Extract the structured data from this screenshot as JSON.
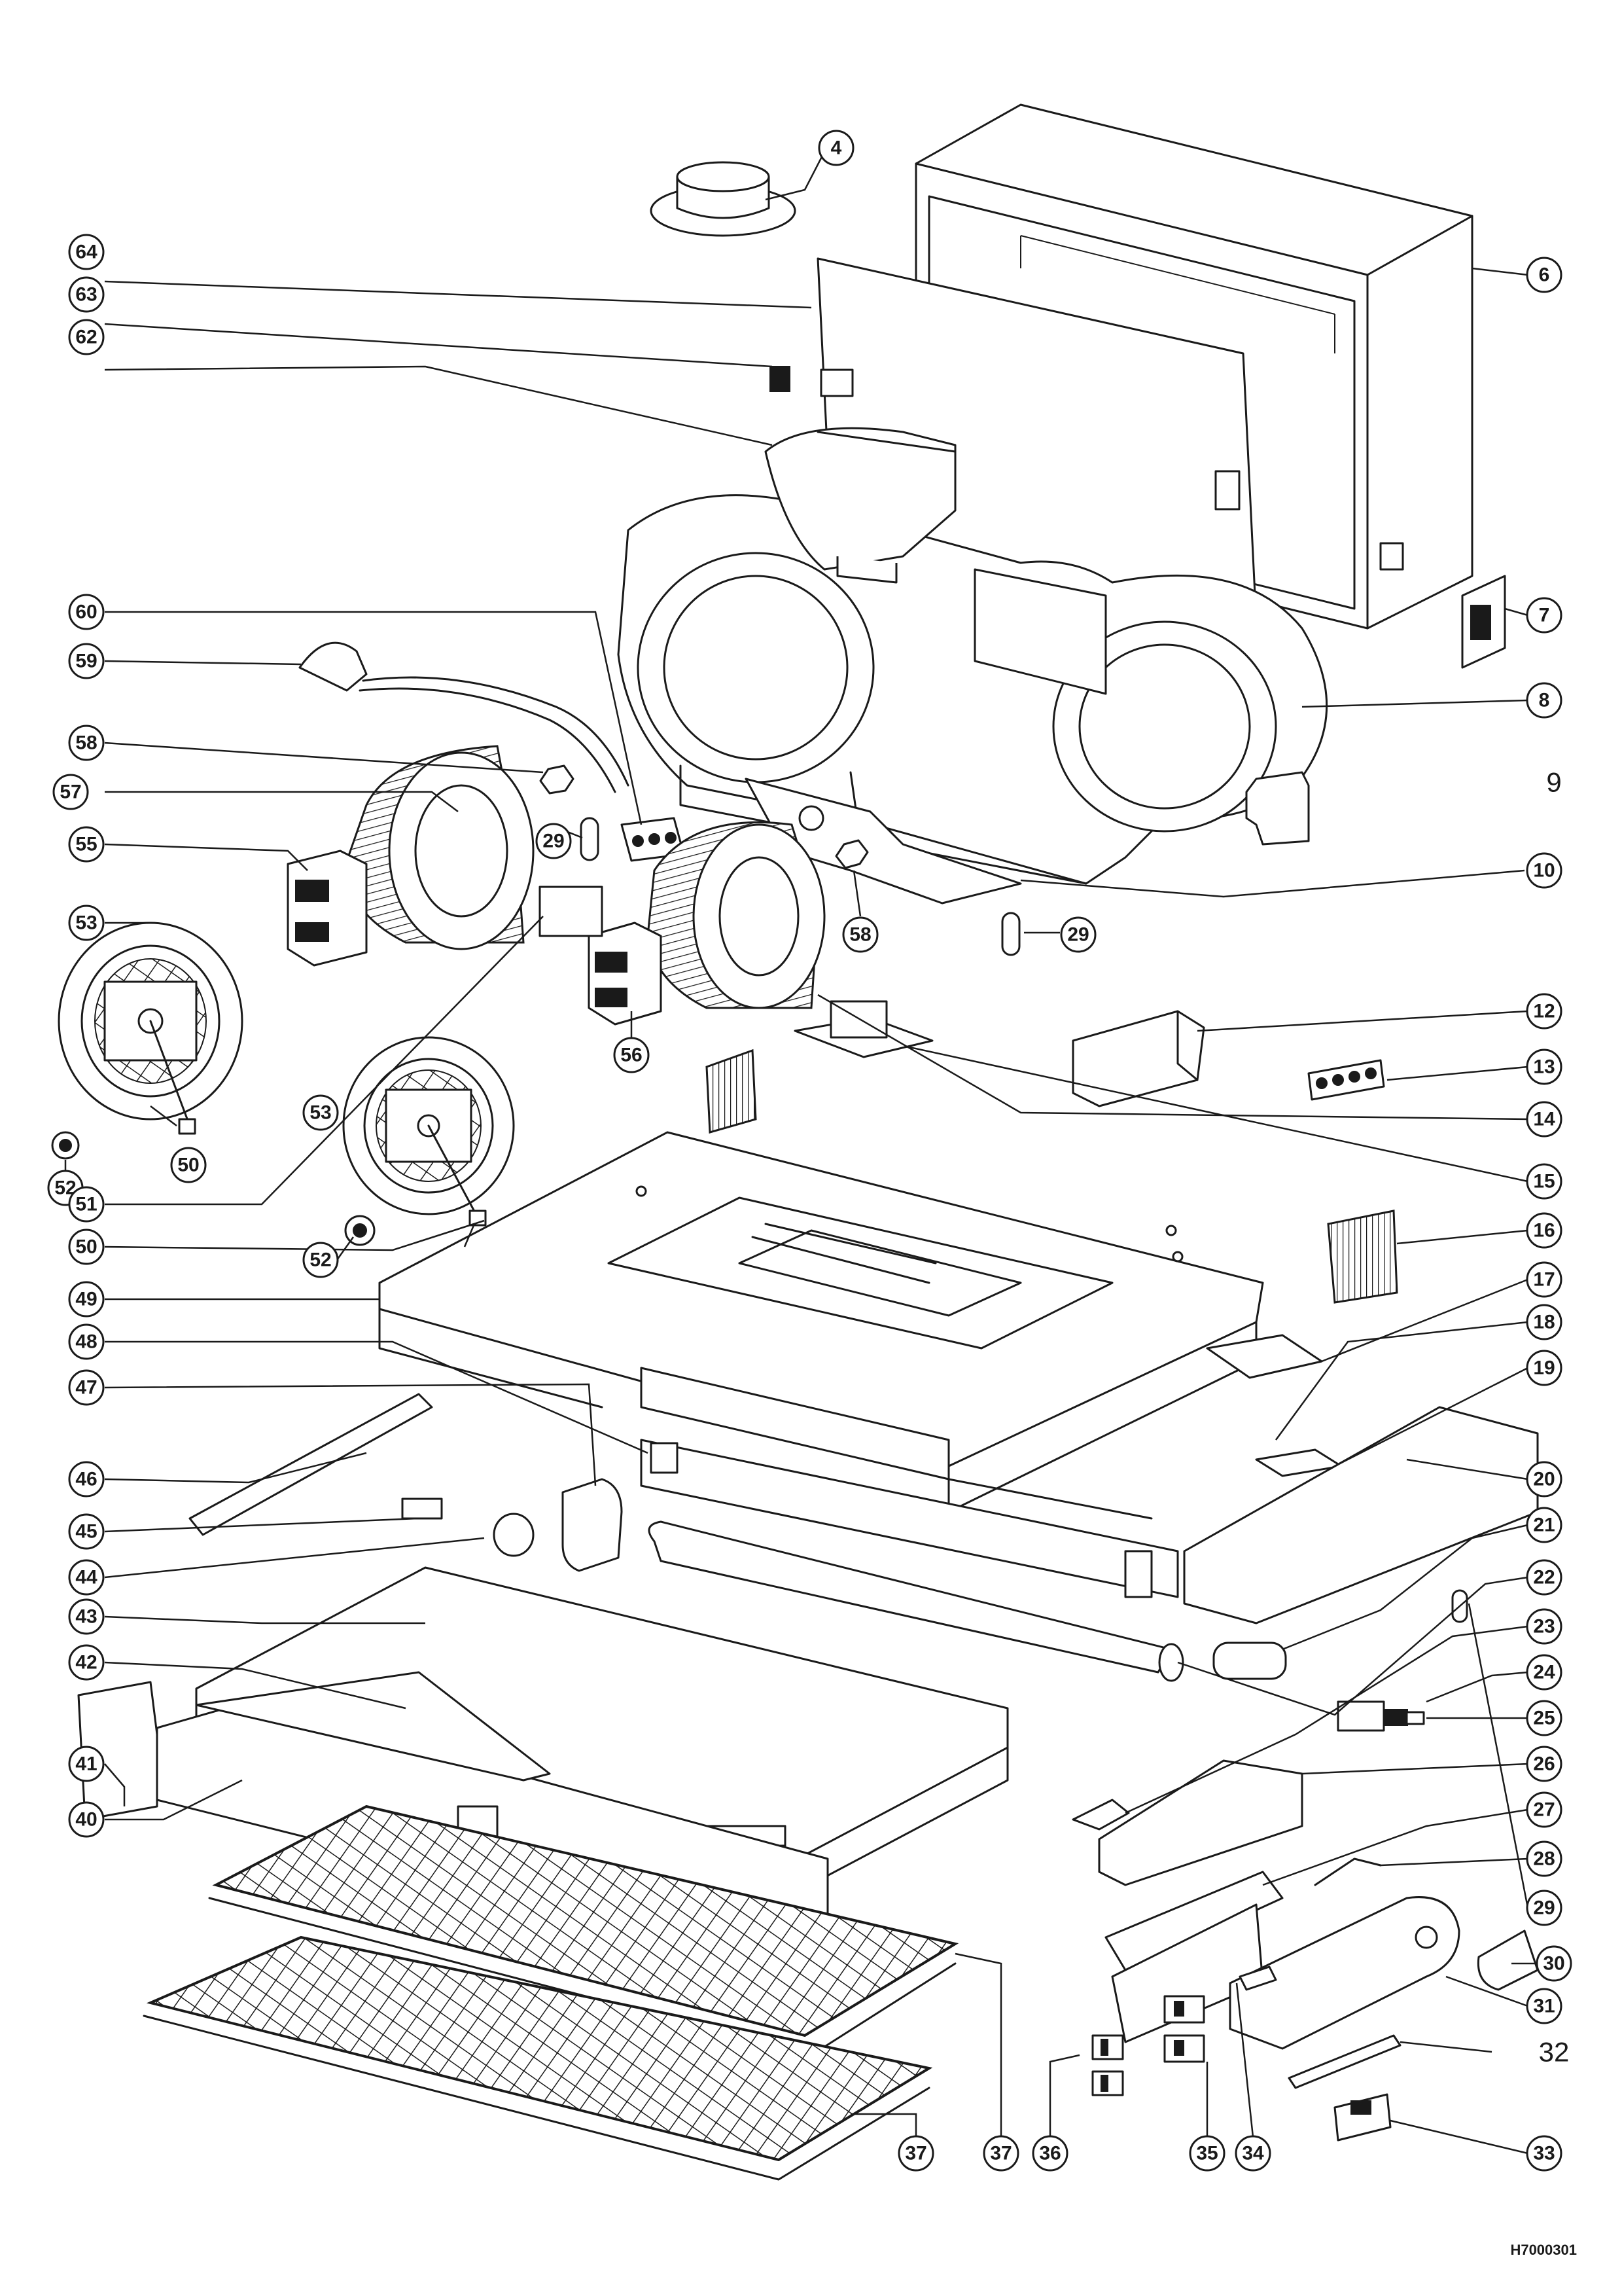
{
  "drawing_code": "H7000301",
  "callouts": {
    "c4": "4",
    "c6": "6",
    "c7": "7",
    "c8": "8",
    "c9": "9",
    "c10": "10",
    "c12": "12",
    "c13": "13",
    "c14": "14",
    "c15": "15",
    "c16": "16",
    "c17": "17",
    "c18": "18",
    "c19": "19",
    "c20": "20",
    "c21": "21",
    "c22": "22",
    "c23": "23",
    "c24": "24",
    "c25": "25",
    "c26": "26",
    "c27": "27",
    "c28": "28",
    "c29r": "29",
    "c30": "30",
    "c31": "31",
    "c32": "32",
    "c33": "33",
    "c34": "34",
    "c35": "35",
    "c36": "36",
    "c37a": "37",
    "c37b": "37",
    "c29a": "29",
    "c29b": "29",
    "c40": "40",
    "c41": "41",
    "c42": "42",
    "c43": "43",
    "c44": "44",
    "c45": "45",
    "c46": "46",
    "c47": "47",
    "c48": "48",
    "c49": "49",
    "c50a": "50",
    "c50b": "50",
    "c51": "51",
    "c52a": "52",
    "c52b": "52",
    "c53a": "53",
    "c53b": "53",
    "c55": "55",
    "c56": "56",
    "c57": "57",
    "c58a": "58",
    "c58b": "58",
    "c59": "59",
    "c60": "60",
    "c62": "62",
    "c63": "63",
    "c64": "64"
  }
}
